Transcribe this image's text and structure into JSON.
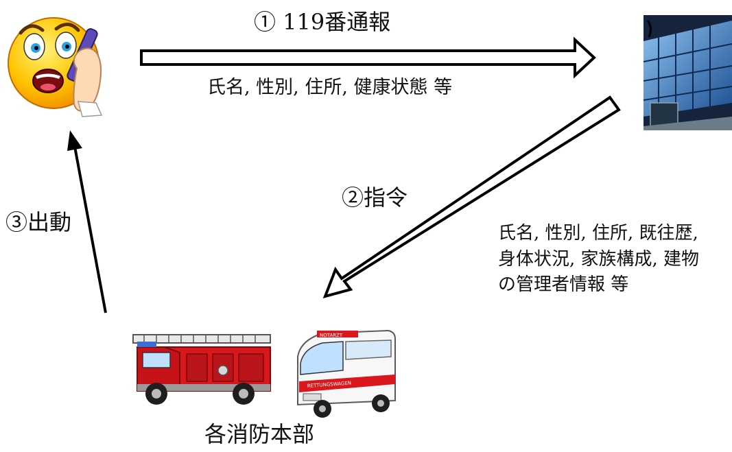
{
  "step1": {
    "label": "① 119番通報",
    "info": "氏名, 性別, 住所, 健康状態 等"
  },
  "step2": {
    "label": "②指令",
    "info_lines": [
      "氏名, 性別, 住所, 既往歴,",
      "身体状況, 家族構成, 建物",
      "の管理者情報 等"
    ]
  },
  "step3": {
    "label": "③出動"
  },
  "destination": {
    "label": "各消防本部"
  },
  "icons": {
    "caller": "panicked-caller-on-phone-icon",
    "dispatch_center": "fire-command-center-building-icon",
    "fire_engine": "fire-engine-icon",
    "ambulance": "ambulance-icon",
    "ambulance_cab_text": "NOTARZT",
    "ambulance_side_text": "RETTUNGSWAGEN"
  },
  "colors": {
    "arrow_stroke": "#000000",
    "arrow_fill": "#ffffff",
    "fire_engine": "#d9171d",
    "ambulance_stripe": "#d9171d",
    "building_glass": "#2f6fb4"
  }
}
